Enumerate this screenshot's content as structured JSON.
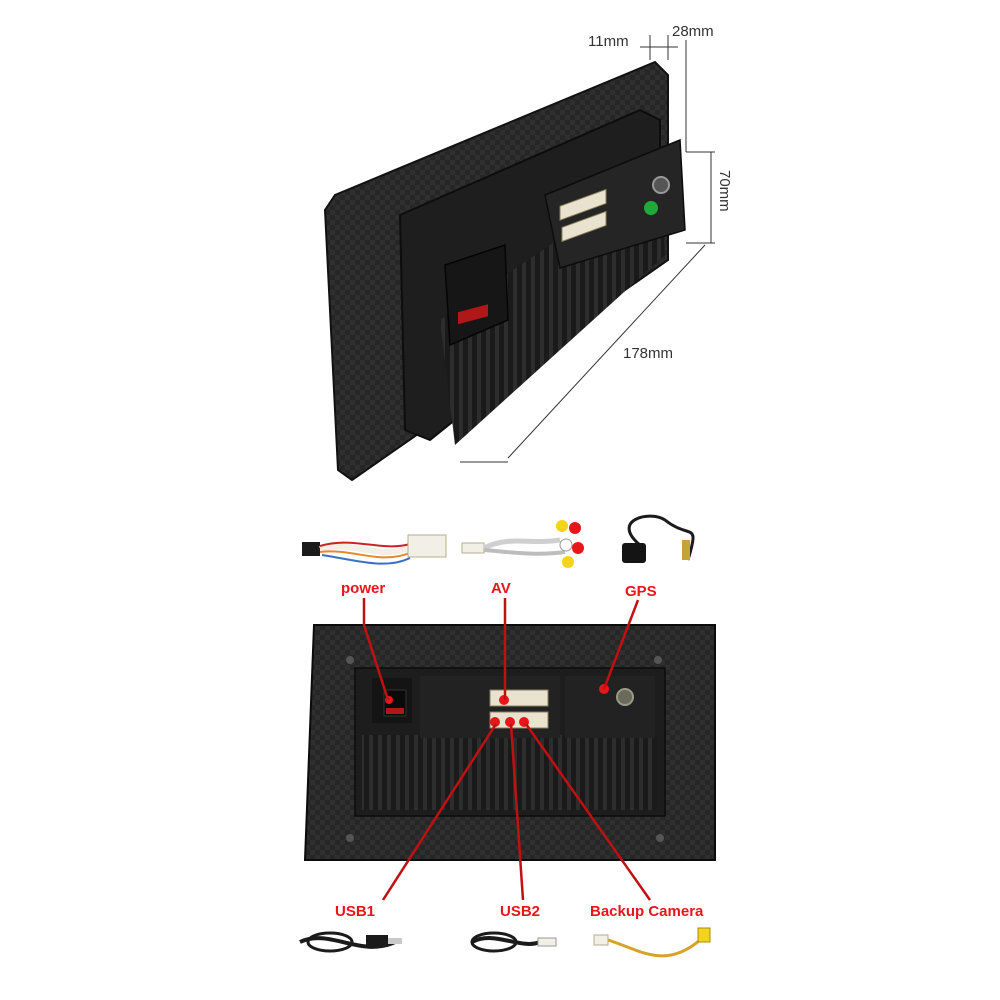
{
  "dimensions": {
    "depth_small": "11mm",
    "depth_large": "28mm",
    "height": "70mm",
    "width": "178mm"
  },
  "connectors": {
    "power": "power",
    "av": "AV",
    "gps": "GPS",
    "usb1": "USB1",
    "usb2": "USB2",
    "backup_camera": "Backup Camera"
  },
  "colors": {
    "label": "#e8151b",
    "unit_body": "#2a2a2a",
    "unit_dark": "#141414",
    "callout_line": "#c01010",
    "port_dot": "#e8151b",
    "harness_white": "#f2efe6",
    "status_led": "#1faa3a"
  }
}
